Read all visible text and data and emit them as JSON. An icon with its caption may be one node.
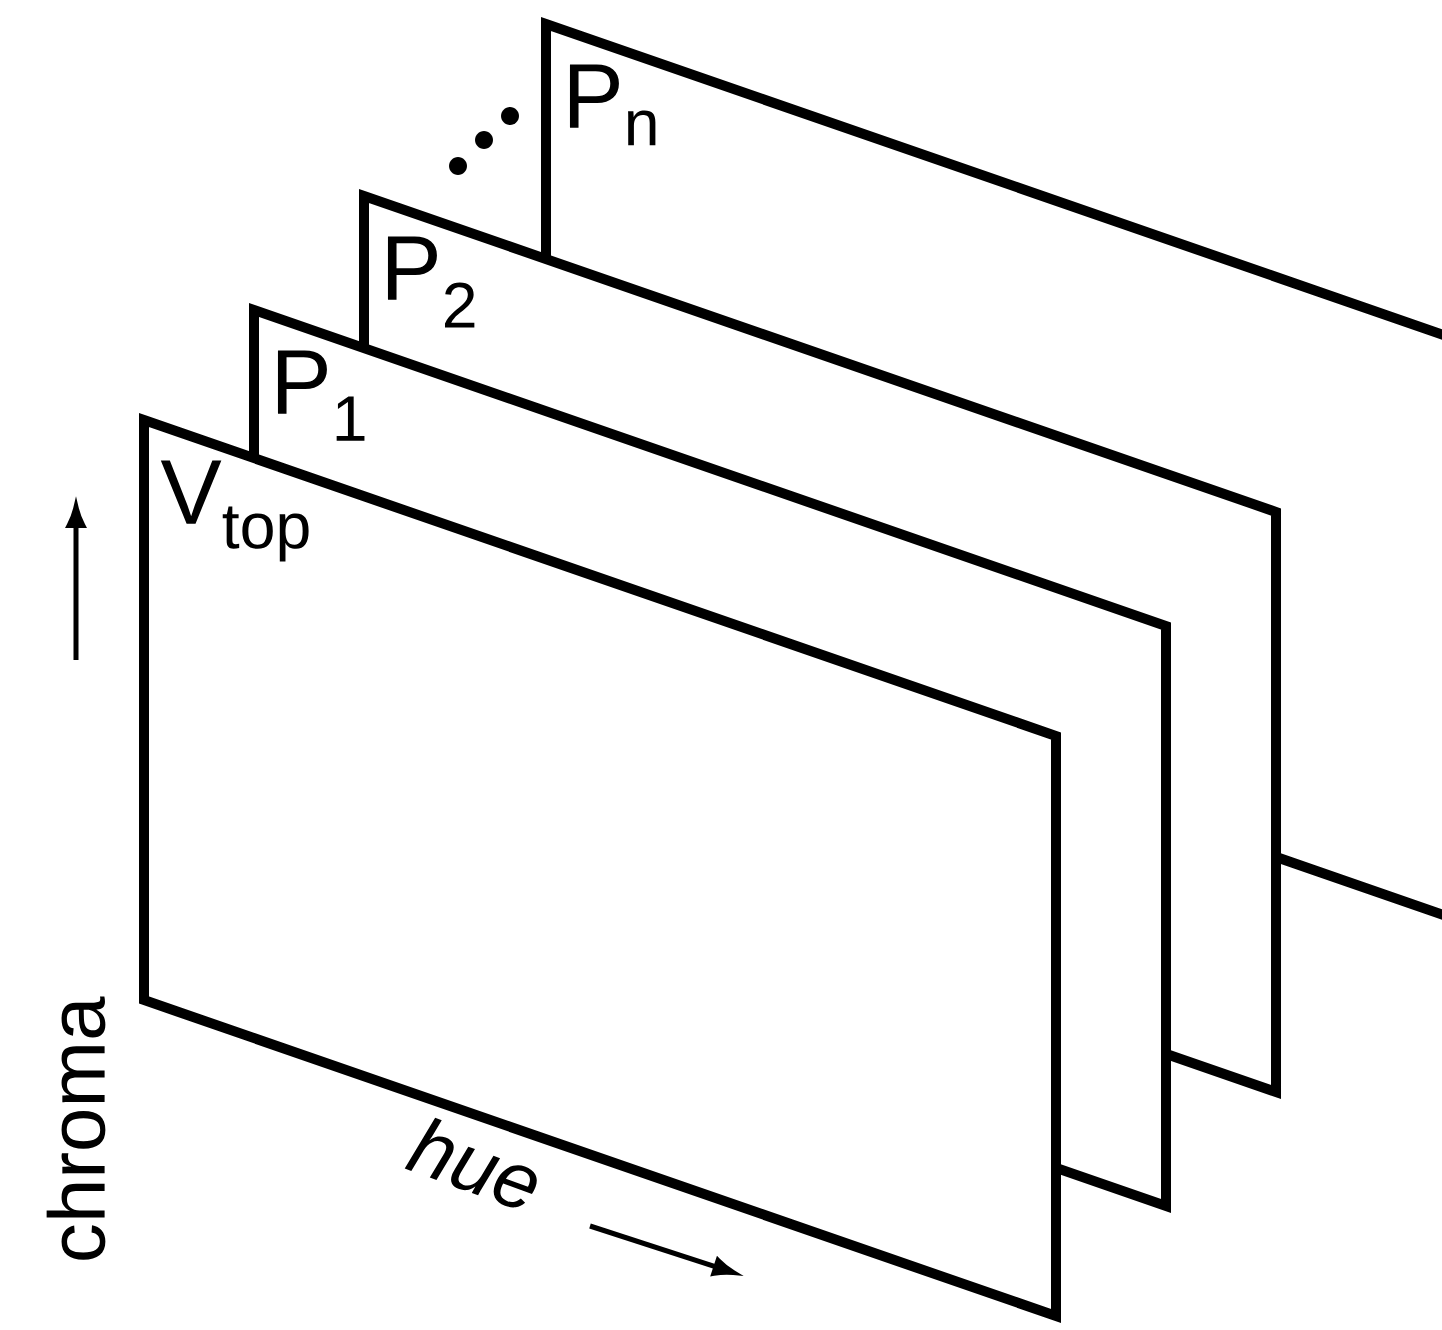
{
  "diagram": {
    "nodes": [
      {
        "text": [
          "P$_{n}$"
        ]
      },
      {
        "text": [
          "P$_{2}$"
        ]
      },
      {
        "text": [
          "P$_{1}$"
        ]
      },
      {
        "text": [
          "V$_{top}$"
        ]
      }
    ],
    "edges": [],
    "labels": [
      "chroma",
      "hue"
    ]
  }
}
